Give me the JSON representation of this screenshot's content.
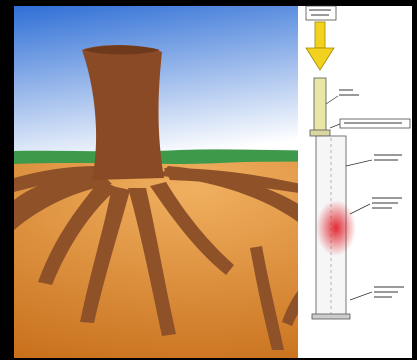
{
  "diagram": {
    "colors": {
      "frame": "#000000",
      "sky_top": "#2f6fd6",
      "sky_bottom": "#ffffff",
      "grass": "#3e9a4a",
      "soil_light": "#f0b060",
      "soil_dark": "#c8701c",
      "trunk": "#8a4a25",
      "root": "#8f5128",
      "load_arrow": "#f2d21e",
      "pile_shaft": "#e9e6a8",
      "stress_zone": "#e0202a",
      "panel_background": "#ffffff"
    },
    "icons": {
      "load": "down-arrow-icon"
    },
    "annotations": [
      {
        "id": "load",
        "text": ""
      },
      {
        "id": "shaft",
        "text": ""
      },
      {
        "id": "cap",
        "text": ""
      },
      {
        "id": "upper",
        "text": ""
      },
      {
        "id": "stress",
        "text": ""
      },
      {
        "id": "base",
        "text": ""
      }
    ]
  }
}
